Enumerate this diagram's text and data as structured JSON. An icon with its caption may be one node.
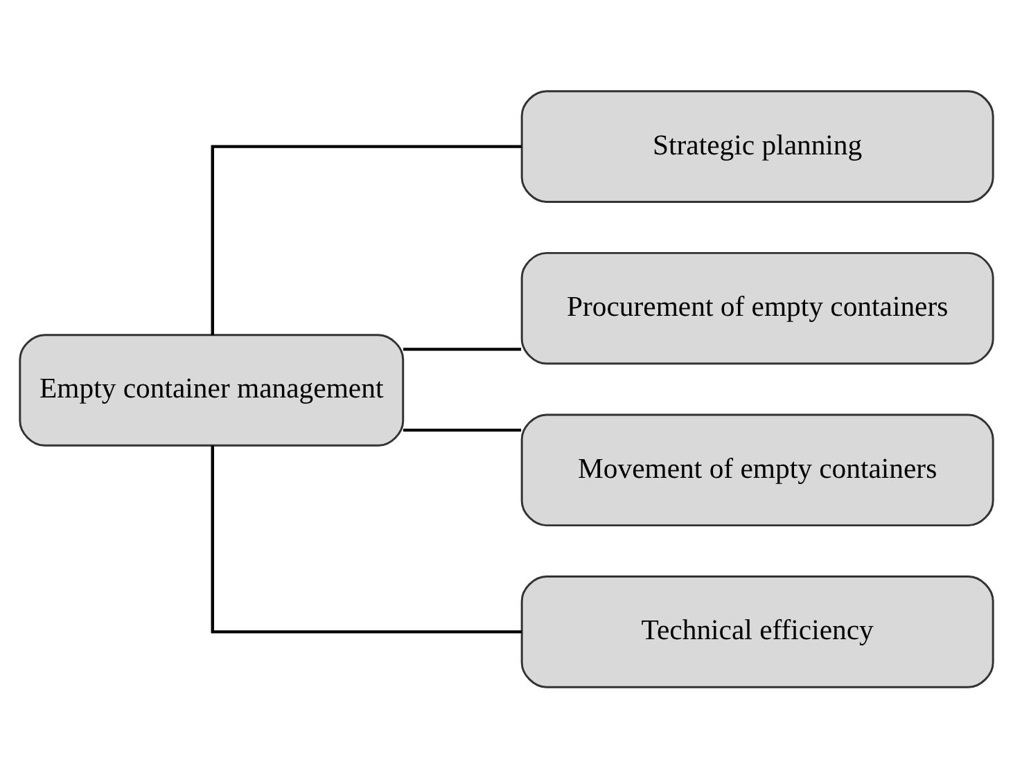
{
  "diagram": {
    "nodes": [
      {
        "text": [
          "Empty container management"
        ]
      },
      {
        "text": [
          "Strategic planning"
        ]
      },
      {
        "text": [
          "Procurement of empty containers"
        ]
      },
      {
        "text": [
          "Movement of empty containers"
        ]
      },
      {
        "text": [
          "Technical efficiency"
        ]
      }
    ],
    "edges": [
      {
        "from": 0,
        "to": 1,
        "arrow": "none"
      },
      {
        "from": 0,
        "to": 2,
        "arrow": "none"
      },
      {
        "from": 0,
        "to": 3,
        "arrow": "none"
      },
      {
        "from": 0,
        "to": 4,
        "arrow": "none"
      }
    ]
  }
}
